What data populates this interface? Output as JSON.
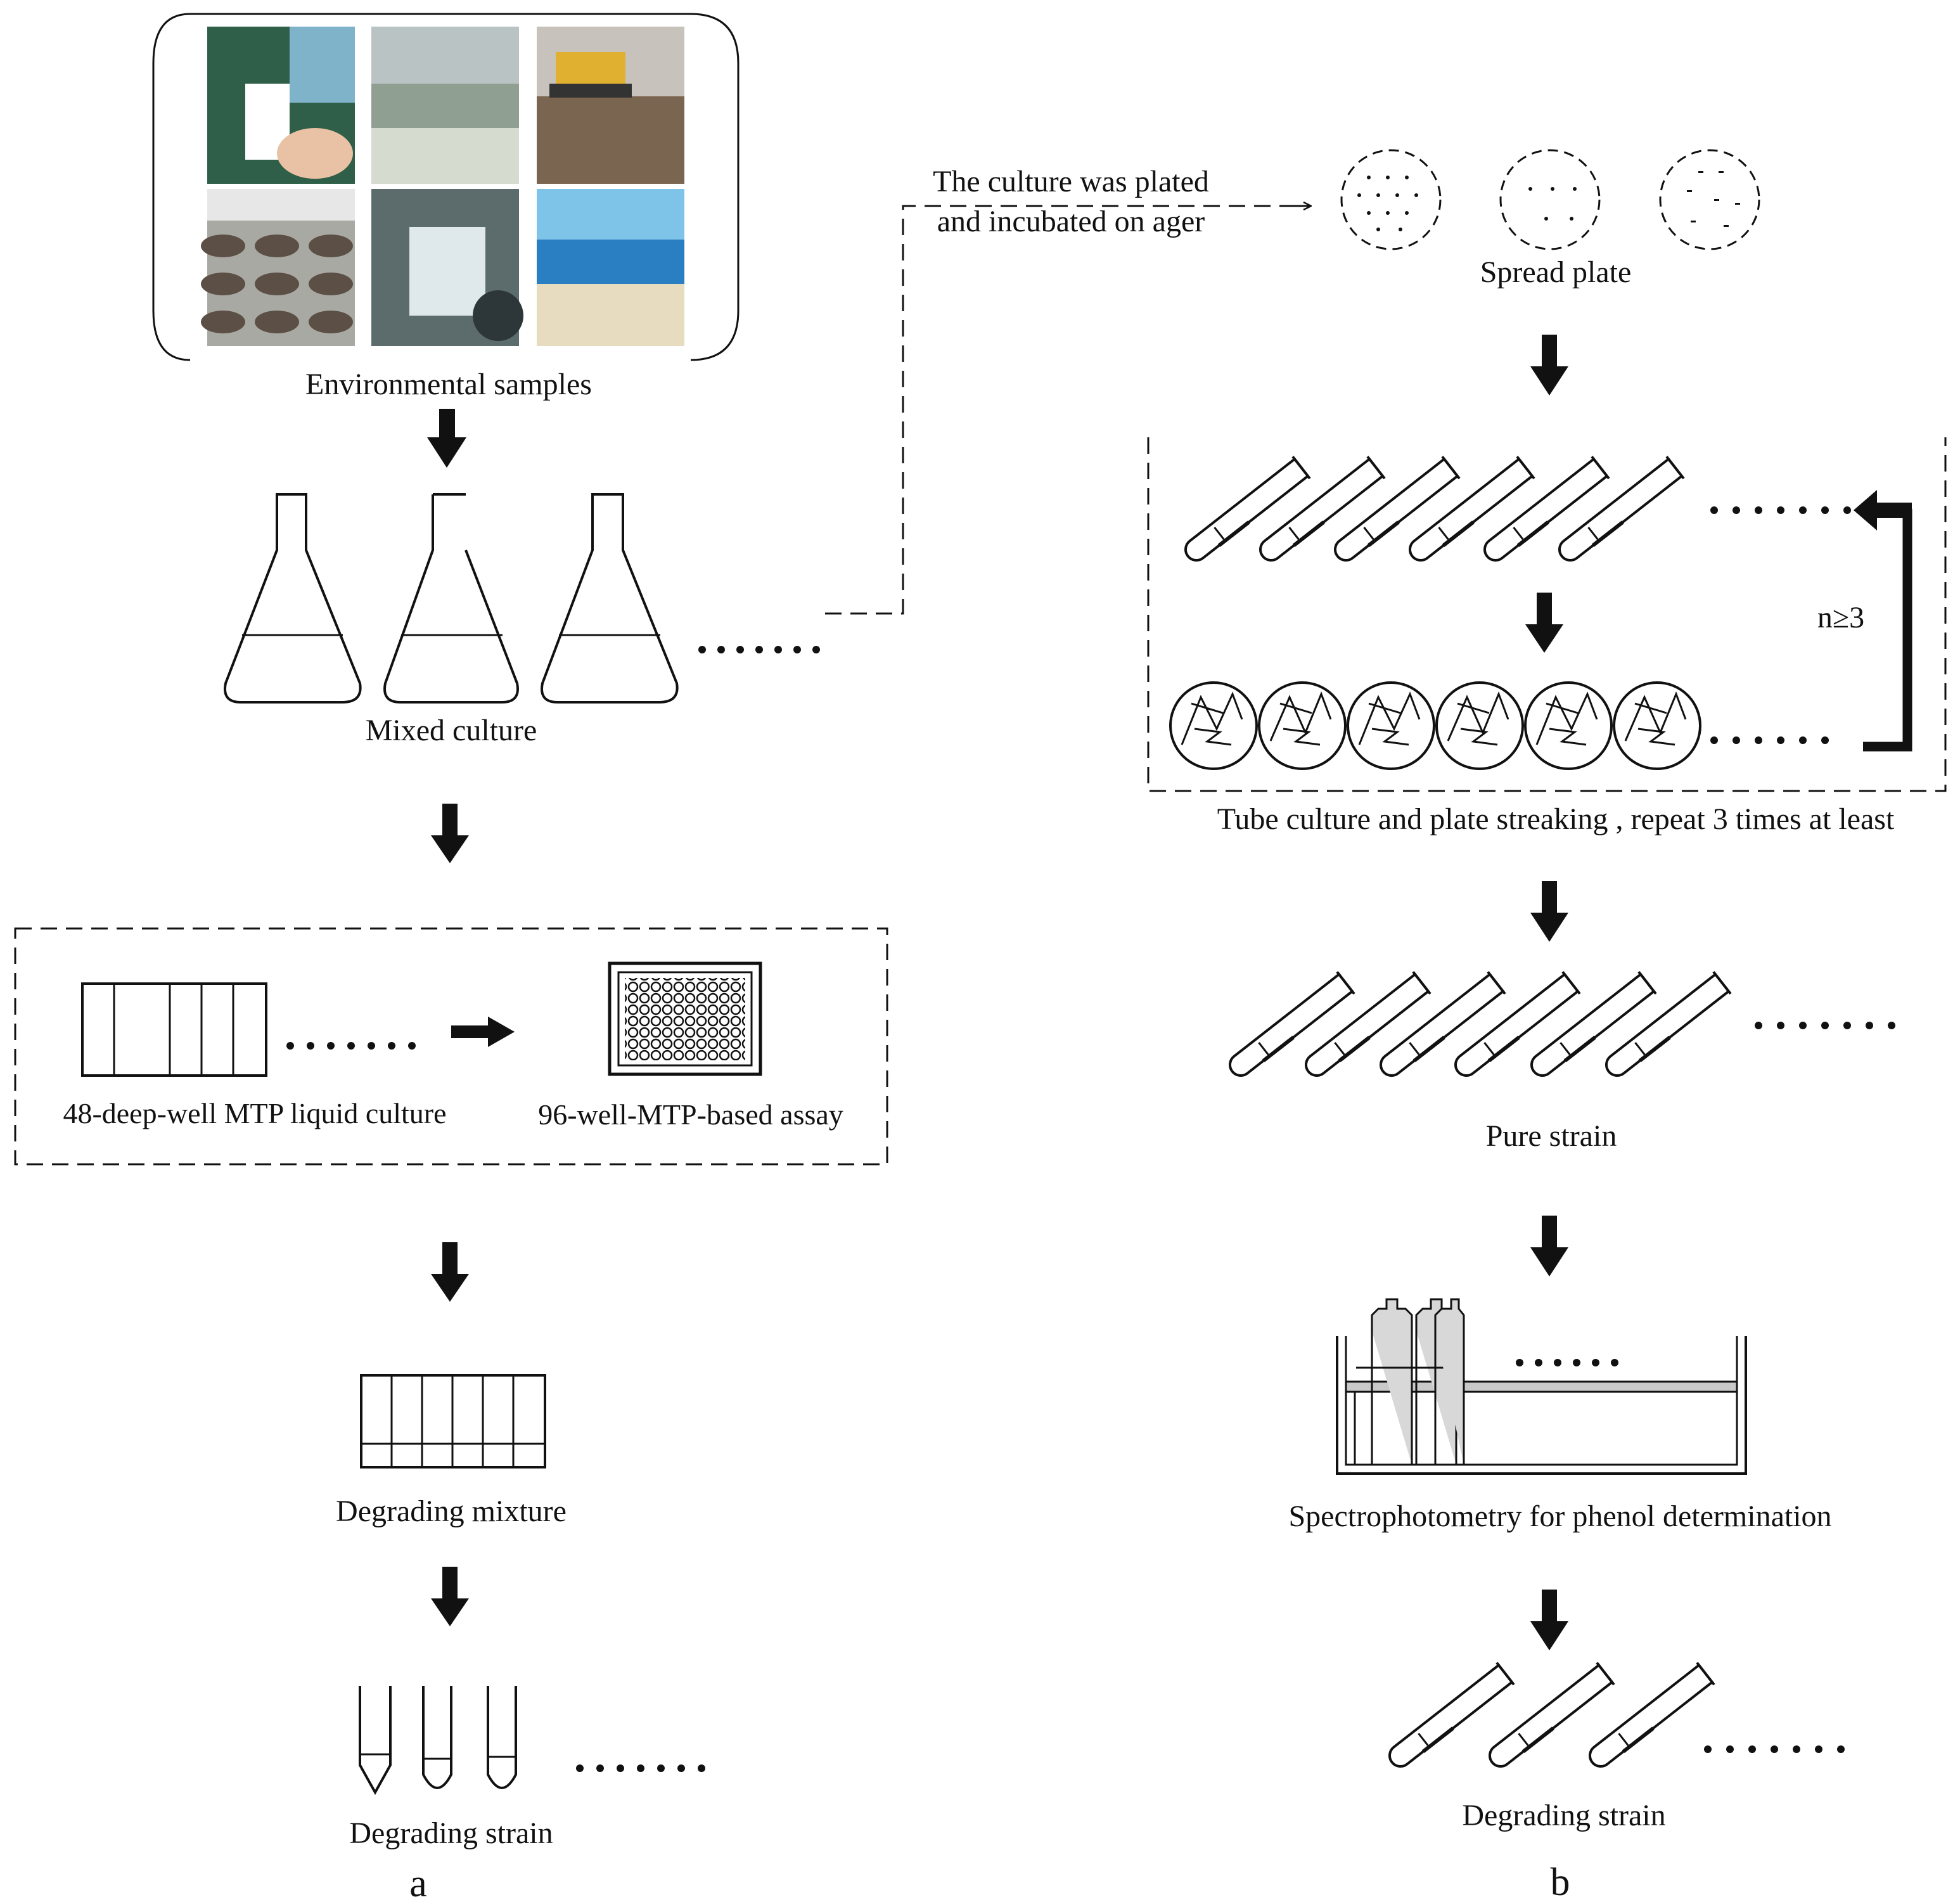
{
  "panel_a": {
    "environmental_samples": "Environmental samples",
    "mixed_culture": "Mixed culture",
    "deep_well_culture": "48-deep-well MTP liquid culture",
    "well_assay": "96-well-MTP-based assay",
    "degrading_mixture": "Degrading mixture",
    "degrading_strain": "Degrading strain",
    "panel_letter": "a"
  },
  "connector": {
    "line1": "The culture was plated",
    "line2": "and incubated on ager"
  },
  "panel_b": {
    "spread_plate": "Spread plate",
    "repeat_count": "n≥3",
    "tube_streaking": "Tube culture and plate streaking , repeat 3 times at least",
    "pure_strain": "Pure strain",
    "spectrophotometry": "Spectrophotometry for phenol determination",
    "degrading_strain": "Degrading strain",
    "panel_letter": "b"
  },
  "photos": [
    {
      "name": "soil-sampling-photo",
      "colors": [
        "#2f5f48",
        "#7fb3c9",
        "#1d3a2c"
      ]
    },
    {
      "name": "saline-lake-photo",
      "colors": [
        "#b9c3c4",
        "#d6dbd0",
        "#8f9f92"
      ]
    },
    {
      "name": "landfill-bulldozer-photo",
      "colors": [
        "#c7c2bc",
        "#7a6550",
        "#e0b030"
      ]
    },
    {
      "name": "sludge-pond-photo",
      "colors": [
        "#a9a9a4",
        "#5c4f45",
        "#e7e7e7"
      ]
    },
    {
      "name": "wastewater-outfall-photo",
      "colors": [
        "#5c6b6b",
        "#dfe8ea",
        "#2d3638"
      ]
    },
    {
      "name": "sea-beach-photo",
      "colors": [
        "#2a7ec2",
        "#7ec3e8",
        "#e8dcc0"
      ]
    }
  ]
}
